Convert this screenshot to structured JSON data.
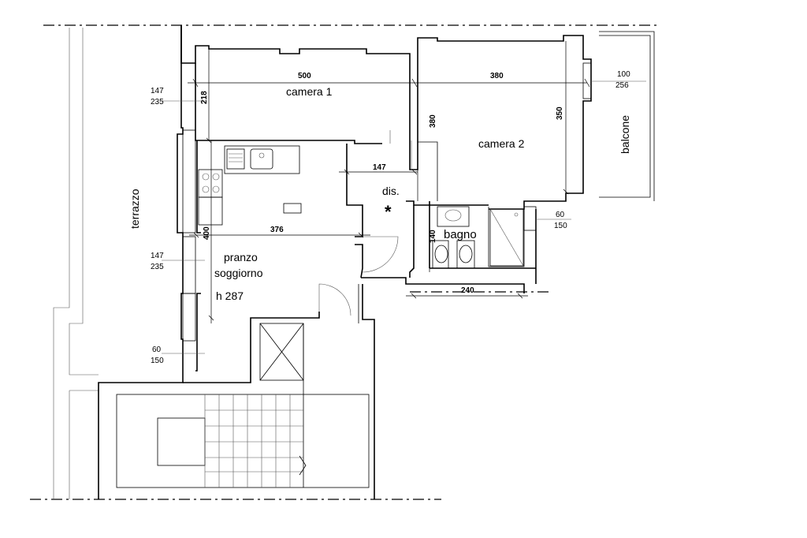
{
  "rooms": {
    "camera1": "camera 1",
    "camera2": "camera 2",
    "balcone": "balcone",
    "terrazzo": "terrazzo",
    "dis": "dis.",
    "bagno": "bagno",
    "pranzo": "pranzo",
    "soggiorno": "soggiorno",
    "height": "h 287"
  },
  "dimensions": {
    "d500": "500",
    "d380": "380",
    "d218": "218",
    "d147": "147",
    "d376": "376",
    "d400": "400",
    "d380v": "380",
    "d350": "350",
    "d140": "140",
    "d240": "240"
  },
  "windows": {
    "w1_top": "147",
    "w1_bot": "235",
    "w2_top": "147",
    "w2_bot": "235",
    "w3_top": "60",
    "w3_bot": "150",
    "w4_top": "100",
    "w4_bot": "256",
    "w5_top": "60",
    "w5_bot": "150"
  },
  "symbols": {
    "star": "*"
  }
}
